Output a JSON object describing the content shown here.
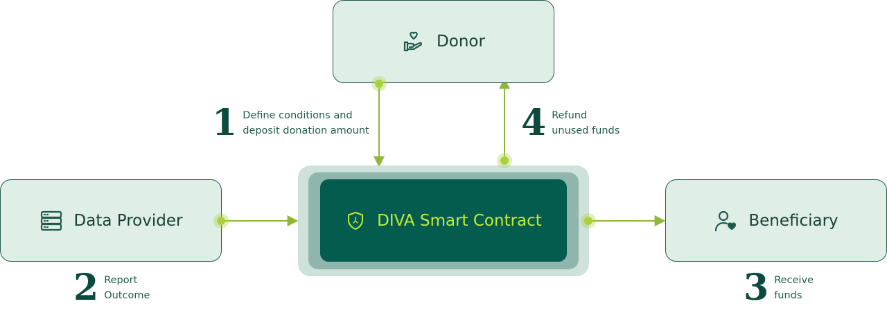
{
  "nodes": {
    "donor": {
      "label": "Donor",
      "icon": "hand-heart-icon"
    },
    "data_provider": {
      "label": "Data Provider",
      "icon": "server-stack-icon"
    },
    "beneficiary": {
      "label": "Beneficiary",
      "icon": "user-heart-icon"
    },
    "contract": {
      "label": "DIVA Smart Contract",
      "icon": "shield-icon"
    }
  },
  "steps": [
    {
      "number": "1",
      "lines": [
        "Define conditions and",
        "deposit donation amount"
      ]
    },
    {
      "number": "2",
      "lines": [
        "Report",
        "Outcome"
      ]
    },
    {
      "number": "3",
      "lines": [
        "Receive",
        "funds"
      ]
    },
    {
      "number": "4",
      "lines": [
        "Refund",
        "unused funds"
      ]
    }
  ],
  "colors": {
    "box_fill": "#e0efe6",
    "box_border": "#1f5a4c",
    "contract_fill": "#035c4e",
    "contract_text": "#c3ea3a",
    "connector": "#8fb83a",
    "dot": "#a9d13c",
    "step_number": "#0d4a3e",
    "step_text": "#1e5a4c"
  }
}
